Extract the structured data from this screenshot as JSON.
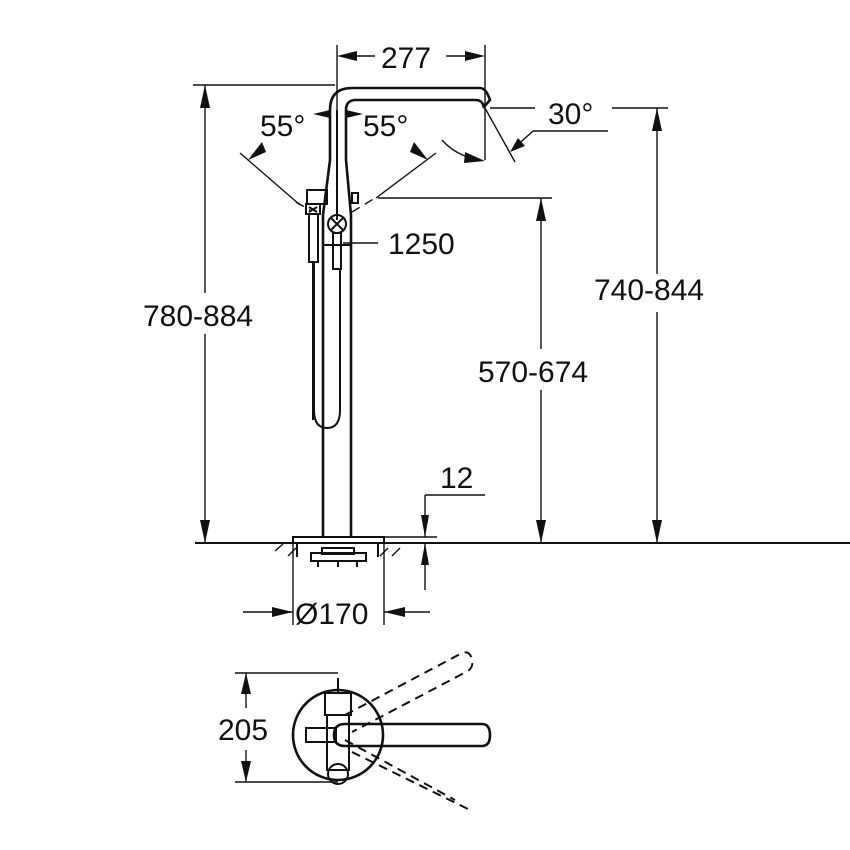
{
  "drawing": {
    "title": "Freestanding bath/shower mixer dimension drawing",
    "line_color": "#111111",
    "background": "#ffffff",
    "units": "mm",
    "side_view": {
      "spout_reach": "277",
      "spout_angle": "30°",
      "handle_angle_left": "55°",
      "handle_angle_right": "55°",
      "hose_length": "1250",
      "total_height": "780-884",
      "spout_height": "740-844",
      "handle_height": "570-674",
      "floor_plate_thickness": "12",
      "base_diameter": "Ø170"
    },
    "top_view": {
      "depth": "205"
    }
  }
}
